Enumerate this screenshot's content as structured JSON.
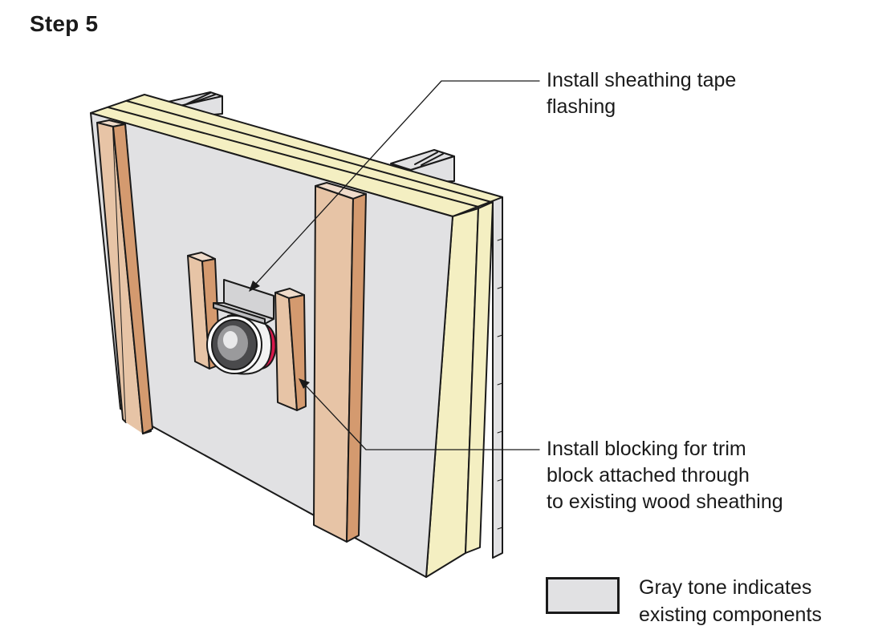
{
  "title": "Step 5",
  "callouts": {
    "sheathing_tape": [
      "Install sheathing tape",
      "flashing"
    ],
    "blocking": [
      "Install blocking for trim",
      "block attached through",
      "to existing wood sheathing"
    ]
  },
  "legend": {
    "text": [
      "Gray tone indicates",
      "existing components"
    ],
    "swatch_color": "#e1e1e3"
  },
  "colors": {
    "existing_gray": "#e1e1e3",
    "foam_insulation": "#f4efc2",
    "wood_furring": "#e7c4a6",
    "wood_furring_side": "#d49a6f",
    "flashing_tape": "#d3d3d5",
    "seal_red": "#d8174a",
    "outline": "#1a1a1a"
  }
}
